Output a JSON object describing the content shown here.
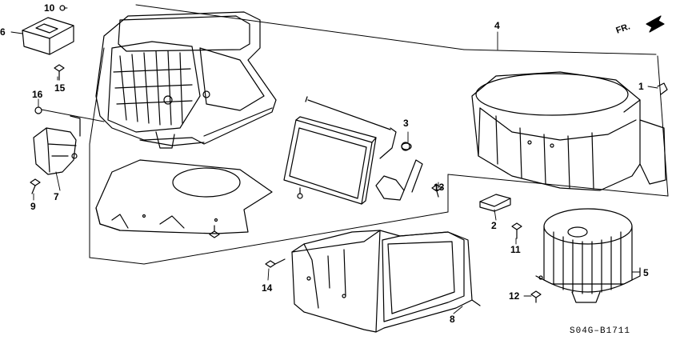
{
  "diagram": {
    "part_labels": [
      "1",
      "2",
      "3",
      "4",
      "5",
      "6",
      "7",
      "8",
      "9",
      "10",
      "11",
      "12",
      "13",
      "14",
      "15",
      "16"
    ],
    "direction_label": "FR.",
    "diagram_code": "S04G–B1711"
  }
}
